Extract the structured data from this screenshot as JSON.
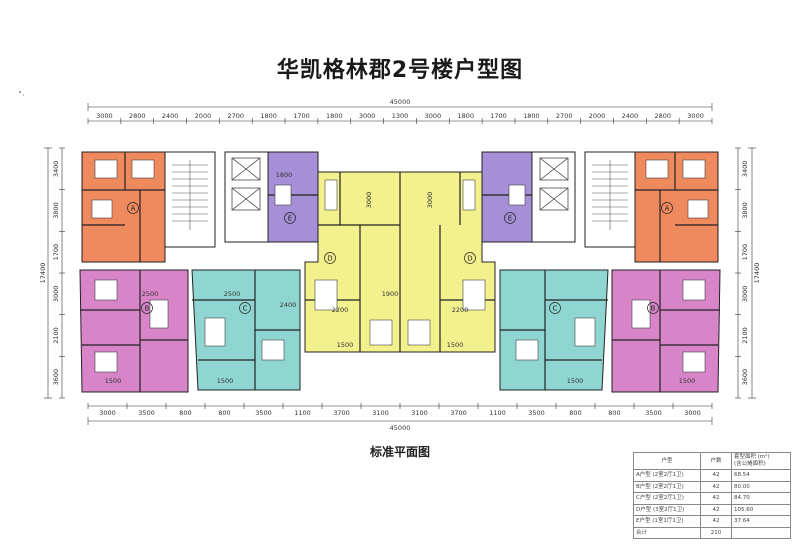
{
  "title": "华凯格林郡2号楼户型图",
  "subtitle": "标准平面图",
  "overall_dims": {
    "top": "45000",
    "bottom": "45000",
    "left": "17400",
    "right": "17400"
  },
  "top_dims": [
    "3000",
    "2800",
    "2400",
    "2000",
    "2700",
    "1800",
    "1700",
    "1800",
    "3000",
    "1300",
    "3000",
    "1800",
    "1700",
    "1800",
    "2700",
    "2000",
    "2400",
    "2800",
    "3000"
  ],
  "bottom_dims": [
    "3000",
    "3500",
    "800",
    "800",
    "3500",
    "1100",
    "3700",
    "3100",
    "3100",
    "3700",
    "1100",
    "3500",
    "800",
    "800",
    "3500",
    "3000"
  ],
  "left_dims": [
    "3400",
    "3800",
    "1700",
    "3000",
    "2100",
    "3600"
  ],
  "right_dims": [
    "3400",
    "3800",
    "1700",
    "3000",
    "2100",
    "3600"
  ],
  "unit_labels": [
    "A",
    "E",
    "D",
    "D",
    "E",
    "A",
    "B",
    "C",
    "C",
    "B"
  ],
  "interior_dims": [
    "1800",
    "2500",
    "2500",
    "2400",
    "3000",
    "3000",
    "1900",
    "2200",
    "2200",
    "1500",
    "1500",
    "1500",
    "1500",
    "1500",
    "1500"
  ],
  "table": {
    "headers": [
      "户型",
      "户数",
      "套型面积 (m²)"
    ],
    "header_note": "(含公摊面积)",
    "rows": [
      [
        "A户型 (2室2厅1卫)",
        "42",
        "68.54"
      ],
      [
        "B户型 (2室2厅1卫)",
        "42",
        "80.00"
      ],
      [
        "C户型 (2室2厅1卫)",
        "42",
        "84.70"
      ],
      [
        "D户型 (3室2厅1卫)",
        "42",
        "105.60"
      ],
      [
        "E户型 (1室1厅1卫)",
        "42",
        "37.64"
      ]
    ],
    "total": [
      "合计",
      "210",
      ""
    ]
  },
  "colors": {
    "A": "#ef8a5f",
    "B": "#d784c9",
    "C": "#8fd6d2",
    "D": "#f3f18e",
    "E": "#a58fd6"
  }
}
